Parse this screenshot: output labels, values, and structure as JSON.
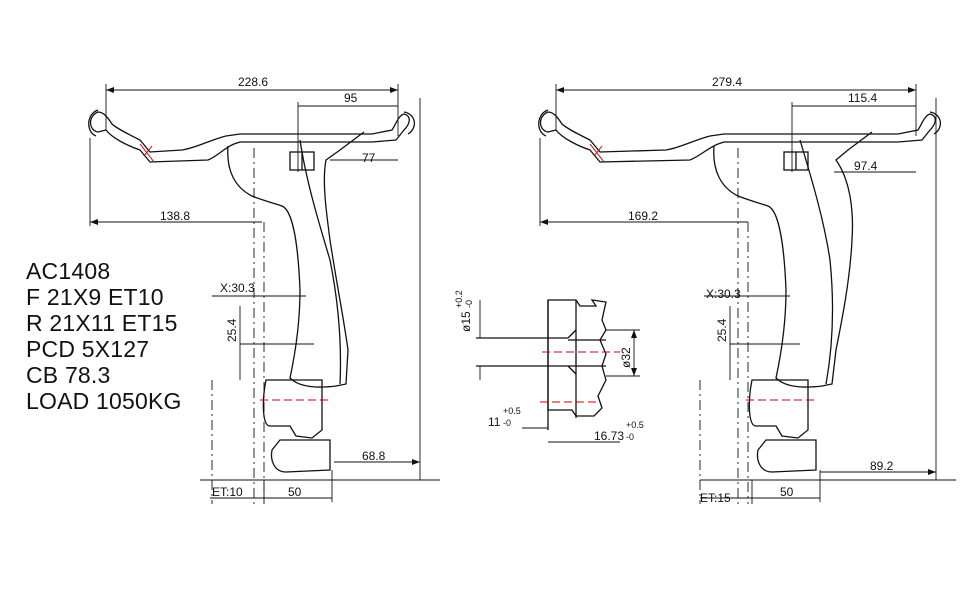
{
  "specs": {
    "model": "AC1408",
    "front": "F 21X9 ET10",
    "rear": "R 21X11 ET15",
    "pcd": "PCD 5X127",
    "cb": "CB 78.3",
    "load": "LOAD 1050KG"
  },
  "front_section": {
    "overall_width": "228.6",
    "backspace_top": "95",
    "depth_77": "77",
    "half_width": "138.8",
    "x_offset": "X:30.3",
    "height_25": "25.4",
    "bottom_68": "68.8",
    "et_label": "ET:10",
    "bottom_50": "50"
  },
  "rear_section": {
    "overall_width": "279.4",
    "backspace_top": "115.4",
    "depth_97": "97.4",
    "half_width": "169.2",
    "x_offset": "X:30.3",
    "height_25": "25.4",
    "bottom_89": "89.2",
    "et_label": "ET:15",
    "bottom_50": "50"
  },
  "bolt_detail": {
    "bore_dia": "ø15",
    "bore_tol_plus": "+0.2",
    "bore_tol_minus": "-0",
    "seat_dia": "ø32",
    "depth_11": "11",
    "depth_11_tol_plus": "+0.5",
    "depth_11_tol_minus": "-0",
    "depth_16": "16.73",
    "depth_16_tol_plus": "+0.5",
    "depth_16_tol_minus": "-0"
  },
  "colors": {
    "line": "#111111",
    "centerline": "#cc0000"
  }
}
